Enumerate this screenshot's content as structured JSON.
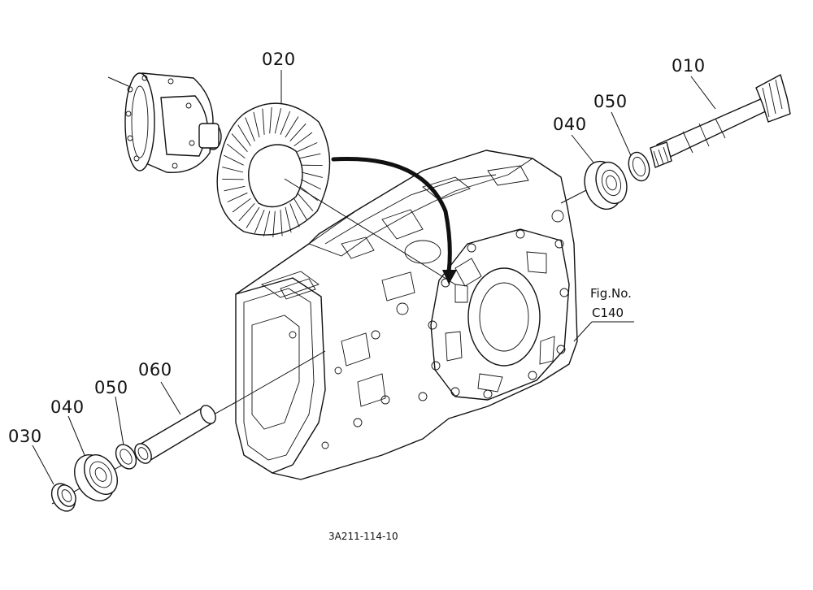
{
  "diagram_code": "3A211-114-10",
  "part_labels": {
    "p010": "010",
    "p020": "020",
    "p030": "030",
    "p040_upper": "040",
    "p040_lower": "040",
    "p050_upper": "050",
    "p050_lower": "050",
    "p060": "060"
  },
  "figure_ref": {
    "line1": "Fig.No.",
    "line2": "C140"
  }
}
